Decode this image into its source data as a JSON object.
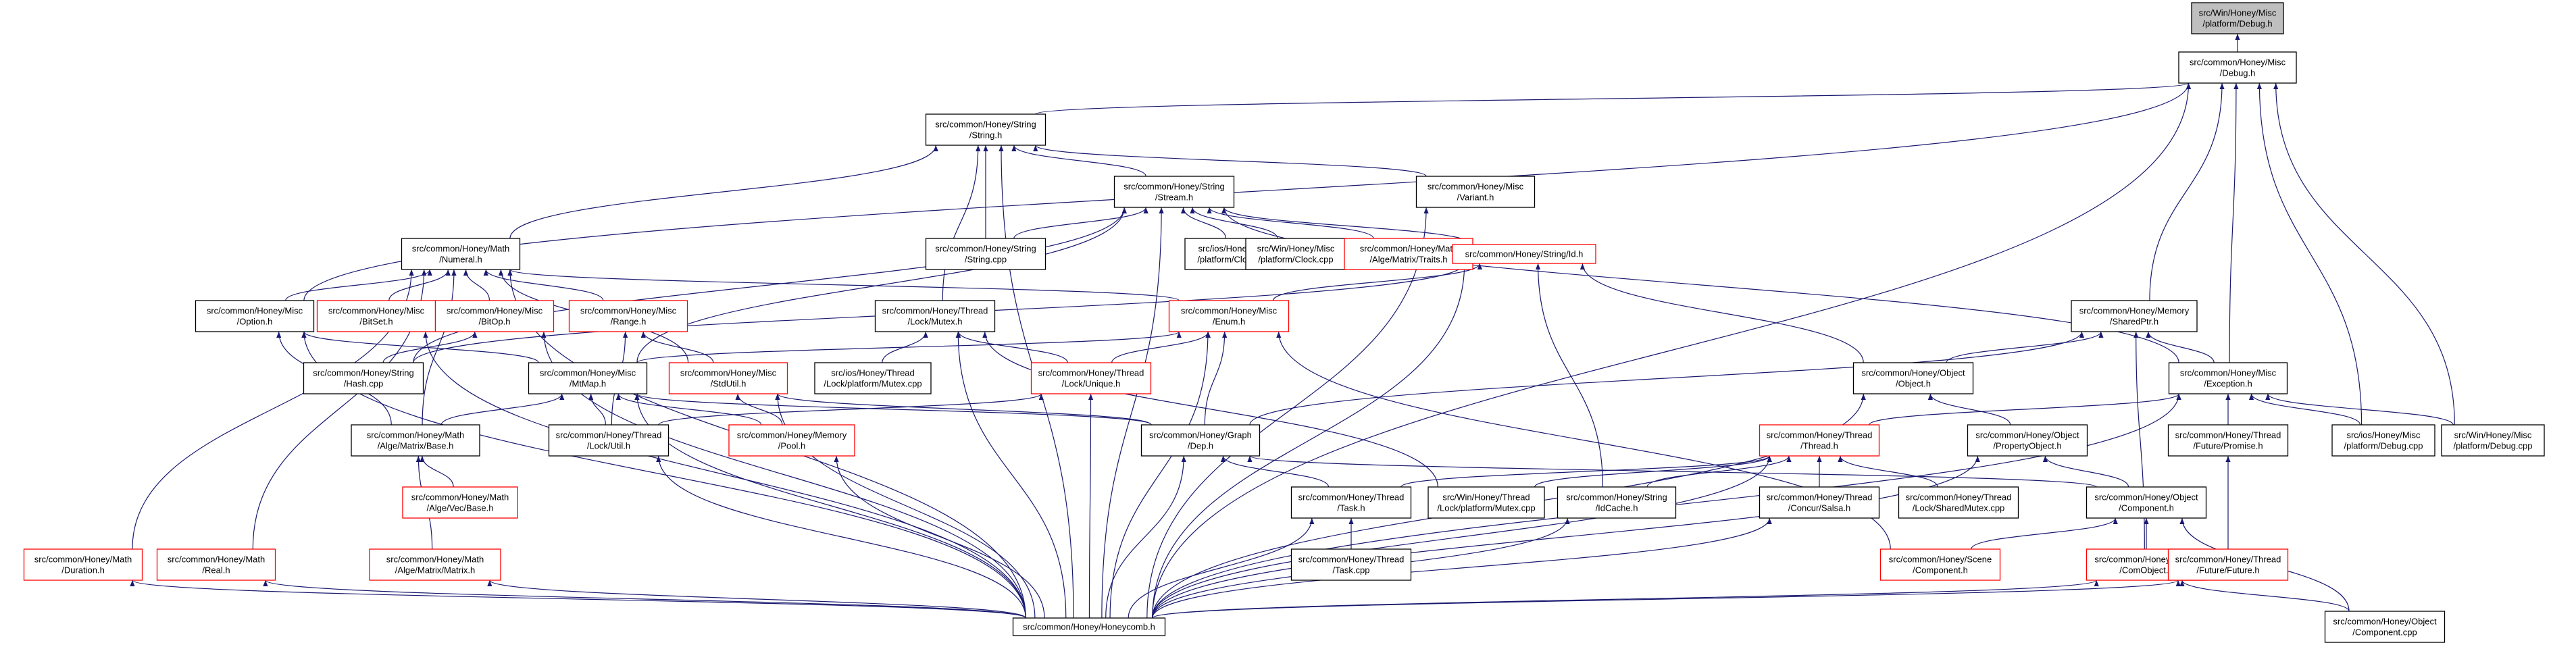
{
  "colors": {
    "edge": "#191970",
    "highlight_fill": "#bfbfbf",
    "box_border_normal": "#000000",
    "box_border_red": "#ff0000"
  },
  "nodes": [
    {
      "id": "dbgp",
      "lines": [
        "src/Win/Honey/Misc",
        "/platform/Debug.h"
      ],
      "style": "highlight"
    },
    {
      "id": "debug",
      "lines": [
        "src/common/Honey/Misc",
        "/Debug.h"
      ],
      "style": "normal"
    },
    {
      "id": "string",
      "lines": [
        "src/common/Honey/String",
        "/String.h"
      ],
      "style": "normal"
    },
    {
      "id": "stream",
      "lines": [
        "src/common/Honey/String",
        "/Stream.h"
      ],
      "style": "normal"
    },
    {
      "id": "variant",
      "lines": [
        "src/common/Honey/Misc",
        "/Variant.h"
      ],
      "style": "normal"
    },
    {
      "id": "numeral",
      "lines": [
        "src/common/Honey/Math",
        "/Numeral.h"
      ],
      "style": "normal"
    },
    {
      "id": "stringcpp",
      "lines": [
        "src/common/Honey/String",
        "/String.cpp"
      ],
      "style": "normal"
    },
    {
      "id": "iosclock",
      "lines": [
        "src/ios/Honey/Misc",
        "/platform/Clock.cpp"
      ],
      "style": "normal"
    },
    {
      "id": "winclock",
      "lines": [
        "src/Win/Honey/Misc",
        "/platform/Clock.cpp"
      ],
      "style": "normal"
    },
    {
      "id": "traits",
      "lines": [
        "src/common/Honey/Math",
        "/Alge/Matrix/Traits.h"
      ],
      "style": "red"
    },
    {
      "id": "strid",
      "lines": [
        "src/common/Honey/String/Id.h"
      ],
      "style": "red"
    },
    {
      "id": "option",
      "lines": [
        "src/common/Honey/Misc",
        "/Option.h"
      ],
      "style": "normal"
    },
    {
      "id": "bitset",
      "lines": [
        "src/common/Honey/Misc",
        "/BitSet.h"
      ],
      "style": "red"
    },
    {
      "id": "bitop",
      "lines": [
        "src/common/Honey/Misc",
        "/BitOp.h"
      ],
      "style": "red"
    },
    {
      "id": "range",
      "lines": [
        "src/common/Honey/Misc",
        "/Range.h"
      ],
      "style": "red"
    },
    {
      "id": "mutex",
      "lines": [
        "src/common/Honey/Thread",
        "/Lock/Mutex.h"
      ],
      "style": "normal"
    },
    {
      "id": "enum",
      "lines": [
        "src/common/Honey/Misc",
        "/Enum.h"
      ],
      "style": "red"
    },
    {
      "id": "sharedptr",
      "lines": [
        "src/common/Honey/Memory",
        "/SharedPtr.h"
      ],
      "style": "normal"
    },
    {
      "id": "hashcpp",
      "lines": [
        "src/common/Honey/String",
        "/Hash.cpp"
      ],
      "style": "normal"
    },
    {
      "id": "mtmap",
      "lines": [
        "src/common/Honey/Misc",
        "/MtMap.h"
      ],
      "style": "normal"
    },
    {
      "id": "stdutil",
      "lines": [
        "src/common/Honey/Misc",
        "/StdUtil.h"
      ],
      "style": "red"
    },
    {
      "id": "iosmutex",
      "lines": [
        "src/ios/Honey/Thread",
        "/Lock/platform/Mutex.cpp"
      ],
      "style": "normal"
    },
    {
      "id": "unique",
      "lines": [
        "src/common/Honey/Thread",
        "/Lock/Unique.h"
      ],
      "style": "red"
    },
    {
      "id": "object",
      "lines": [
        "src/common/Honey/Object",
        "/Object.h"
      ],
      "style": "normal"
    },
    {
      "id": "exception",
      "lines": [
        "src/common/Honey/Misc",
        "/Exception.h"
      ],
      "style": "normal"
    },
    {
      "id": "algebase",
      "lines": [
        "src/common/Honey/Math",
        "/Alge/Matrix/Base.h"
      ],
      "style": "normal"
    },
    {
      "id": "lockutil",
      "lines": [
        "src/common/Honey/Thread",
        "/Lock/Util.h"
      ],
      "style": "normal"
    },
    {
      "id": "pool",
      "lines": [
        "src/common/Honey/Memory",
        "/Pool.h"
      ],
      "style": "red"
    },
    {
      "id": "dep",
      "lines": [
        "src/common/Honey/Graph",
        "/Dep.h"
      ],
      "style": "normal"
    },
    {
      "id": "thread",
      "lines": [
        "src/common/Honey/Thread",
        "/Thread.h"
      ],
      "style": "red"
    },
    {
      "id": "propobj",
      "lines": [
        "src/common/Honey/Object",
        "/PropertyObject.h"
      ],
      "style": "normal"
    },
    {
      "id": "promise",
      "lines": [
        "src/common/Honey/Thread",
        "/Future/Promise.h"
      ],
      "style": "normal"
    },
    {
      "id": "iosdebug",
      "lines": [
        "src/ios/Honey/Misc",
        "/platform/Debug.cpp"
      ],
      "style": "normal"
    },
    {
      "id": "windebug",
      "lines": [
        "src/Win/Honey/Misc",
        "/platform/Debug.cpp"
      ],
      "style": "normal"
    },
    {
      "id": "vecbase",
      "lines": [
        "src/common/Honey/Math",
        "/Alge/Vec/Base.h"
      ],
      "style": "red"
    },
    {
      "id": "task",
      "lines": [
        "src/common/Honey/Thread",
        "/Task.h"
      ],
      "style": "normal"
    },
    {
      "id": "winmutex",
      "lines": [
        "src/Win/Honey/Thread",
        "/Lock/platform/Mutex.cpp"
      ],
      "style": "normal"
    },
    {
      "id": "idcache",
      "lines": [
        "src/common/Honey/String",
        "/IdCache.h"
      ],
      "style": "normal"
    },
    {
      "id": "salsa",
      "lines": [
        "src/common/Honey/Thread",
        "/Concur/Salsa.h"
      ],
      "style": "normal"
    },
    {
      "id": "sharedmutex",
      "lines": [
        "src/common/Honey/Thread",
        "/Lock/SharedMutex.cpp"
      ],
      "style": "normal"
    },
    {
      "id": "component",
      "lines": [
        "src/common/Honey/Object",
        "/Component.h"
      ],
      "style": "normal"
    },
    {
      "id": "duration",
      "lines": [
        "src/common/Honey/Math",
        "/Duration.h"
      ],
      "style": "red"
    },
    {
      "id": "real",
      "lines": [
        "src/common/Honey/Math",
        "/Real.h"
      ],
      "style": "red"
    },
    {
      "id": "matrix",
      "lines": [
        "src/common/Honey/Math",
        "/Alge/Matrix/Matrix.h"
      ],
      "style": "red"
    },
    {
      "id": "taskcpp",
      "lines": [
        "src/common/Honey/Thread",
        "/Task.cpp"
      ],
      "style": "normal"
    },
    {
      "id": "scenecomp",
      "lines": [
        "src/common/Honey/Scene",
        "/Component.h"
      ],
      "style": "red"
    },
    {
      "id": "comobject",
      "lines": [
        "src/common/Honey/Object",
        "/ComObject.h"
      ],
      "style": "red"
    },
    {
      "id": "future",
      "lines": [
        "src/common/Honey/Thread",
        "/Future/Future.h"
      ],
      "style": "red"
    },
    {
      "id": "honeycomb",
      "lines": [
        "src/common/Honey/Honeycomb.h"
      ],
      "style": "normal"
    },
    {
      "id": "compcpp",
      "lines": [
        "src/common/Honey/Object",
        "/Component.cpp"
      ],
      "style": "normal"
    }
  ],
  "edges": [
    [
      "debug",
      "dbgp"
    ],
    [
      "string",
      "debug"
    ],
    [
      "option",
      "debug"
    ],
    [
      "sharedptr",
      "debug"
    ],
    [
      "exception",
      "debug"
    ],
    [
      "iosdebug",
      "debug"
    ],
    [
      "windebug",
      "debug"
    ],
    [
      "honeycomb",
      "debug"
    ],
    [
      "numeral",
      "string"
    ],
    [
      "stream",
      "string"
    ],
    [
      "variant",
      "string"
    ],
    [
      "stringcpp",
      "string"
    ],
    [
      "mutex",
      "string"
    ],
    [
      "honeycomb",
      "string"
    ],
    [
      "stringcpp",
      "stream"
    ],
    [
      "iosclock",
      "stream"
    ],
    [
      "winclock",
      "stream"
    ],
    [
      "traits",
      "stream"
    ],
    [
      "strid",
      "stream"
    ],
    [
      "exception",
      "stream"
    ],
    [
      "mtmap",
      "stream"
    ],
    [
      "hashcpp",
      "stream"
    ],
    [
      "honeycomb",
      "stream"
    ],
    [
      "honeycomb",
      "variant"
    ],
    [
      "option",
      "numeral"
    ],
    [
      "bitset",
      "numeral"
    ],
    [
      "bitop",
      "numeral"
    ],
    [
      "range",
      "numeral"
    ],
    [
      "enum",
      "numeral"
    ],
    [
      "stdutil",
      "numeral"
    ],
    [
      "duration",
      "numeral"
    ],
    [
      "real",
      "numeral"
    ],
    [
      "algebase",
      "numeral"
    ],
    [
      "honeycomb",
      "numeral"
    ],
    [
      "enum",
      "strid"
    ],
    [
      "object",
      "strid"
    ],
    [
      "idcache",
      "strid"
    ],
    [
      "honeycomb",
      "strid"
    ],
    [
      "hashcpp",
      "strid"
    ],
    [
      "mtmap",
      "option"
    ],
    [
      "algebase",
      "option"
    ],
    [
      "honeycomb",
      "option"
    ],
    [
      "honeycomb",
      "bitset"
    ],
    [
      "hashcpp",
      "bitop"
    ],
    [
      "honeycomb",
      "bitop"
    ],
    [
      "stdutil",
      "range"
    ],
    [
      "lockutil",
      "range"
    ],
    [
      "unique",
      "mutex"
    ],
    [
      "iosmutex",
      "mutex"
    ],
    [
      "winmutex",
      "mutex"
    ],
    [
      "honeycomb",
      "mutex"
    ],
    [
      "mtmap",
      "enum"
    ],
    [
      "unique",
      "enum"
    ],
    [
      "dep",
      "enum"
    ],
    [
      "scenecomp",
      "enum"
    ],
    [
      "honeycomb",
      "enum"
    ],
    [
      "object",
      "sharedptr"
    ],
    [
      "exception",
      "sharedptr"
    ],
    [
      "dep",
      "sharedptr"
    ],
    [
      "comobject",
      "sharedptr"
    ],
    [
      "algebase",
      "mtmap"
    ],
    [
      "lockutil",
      "mtmap"
    ],
    [
      "pool",
      "mtmap"
    ],
    [
      "dep",
      "mtmap"
    ],
    [
      "honeycomb",
      "mtmap"
    ],
    [
      "pool",
      "stdutil"
    ],
    [
      "dep",
      "stdutil"
    ],
    [
      "honeycomb",
      "stdutil"
    ],
    [
      "lockutil",
      "unique"
    ],
    [
      "honeycomb",
      "unique"
    ],
    [
      "propobj",
      "object"
    ],
    [
      "honeycomb",
      "object"
    ],
    [
      "thread",
      "exception"
    ],
    [
      "promise",
      "exception"
    ],
    [
      "iosdebug",
      "exception"
    ],
    [
      "windebug",
      "exception"
    ],
    [
      "honeycomb",
      "exception"
    ],
    [
      "vecbase",
      "algebase"
    ],
    [
      "matrix",
      "algebase"
    ],
    [
      "honeycomb",
      "lockutil"
    ],
    [
      "honeycomb",
      "pool"
    ],
    [
      "task",
      "dep"
    ],
    [
      "component",
      "dep"
    ],
    [
      "honeycomb",
      "dep"
    ],
    [
      "task",
      "thread"
    ],
    [
      "winmutex",
      "thread"
    ],
    [
      "idcache",
      "thread"
    ],
    [
      "salsa",
      "thread"
    ],
    [
      "sharedmutex",
      "thread"
    ],
    [
      "honeycomb",
      "thread"
    ],
    [
      "component",
      "propobj"
    ],
    [
      "honeycomb",
      "propobj"
    ],
    [
      "future",
      "promise"
    ],
    [
      "taskcpp",
      "task"
    ],
    [
      "honeycomb",
      "task"
    ],
    [
      "honeycomb",
      "idcache"
    ],
    [
      "honeycomb",
      "salsa"
    ],
    [
      "scenecomp",
      "component"
    ],
    [
      "comobject",
      "component"
    ],
    [
      "compcpp",
      "component"
    ],
    [
      "honeycomb",
      "duration"
    ],
    [
      "honeycomb",
      "real"
    ],
    [
      "honeycomb",
      "matrix"
    ],
    [
      "honeycomb",
      "comobject"
    ],
    [
      "compcpp",
      "comobject"
    ],
    [
      "honeycomb",
      "future"
    ]
  ]
}
